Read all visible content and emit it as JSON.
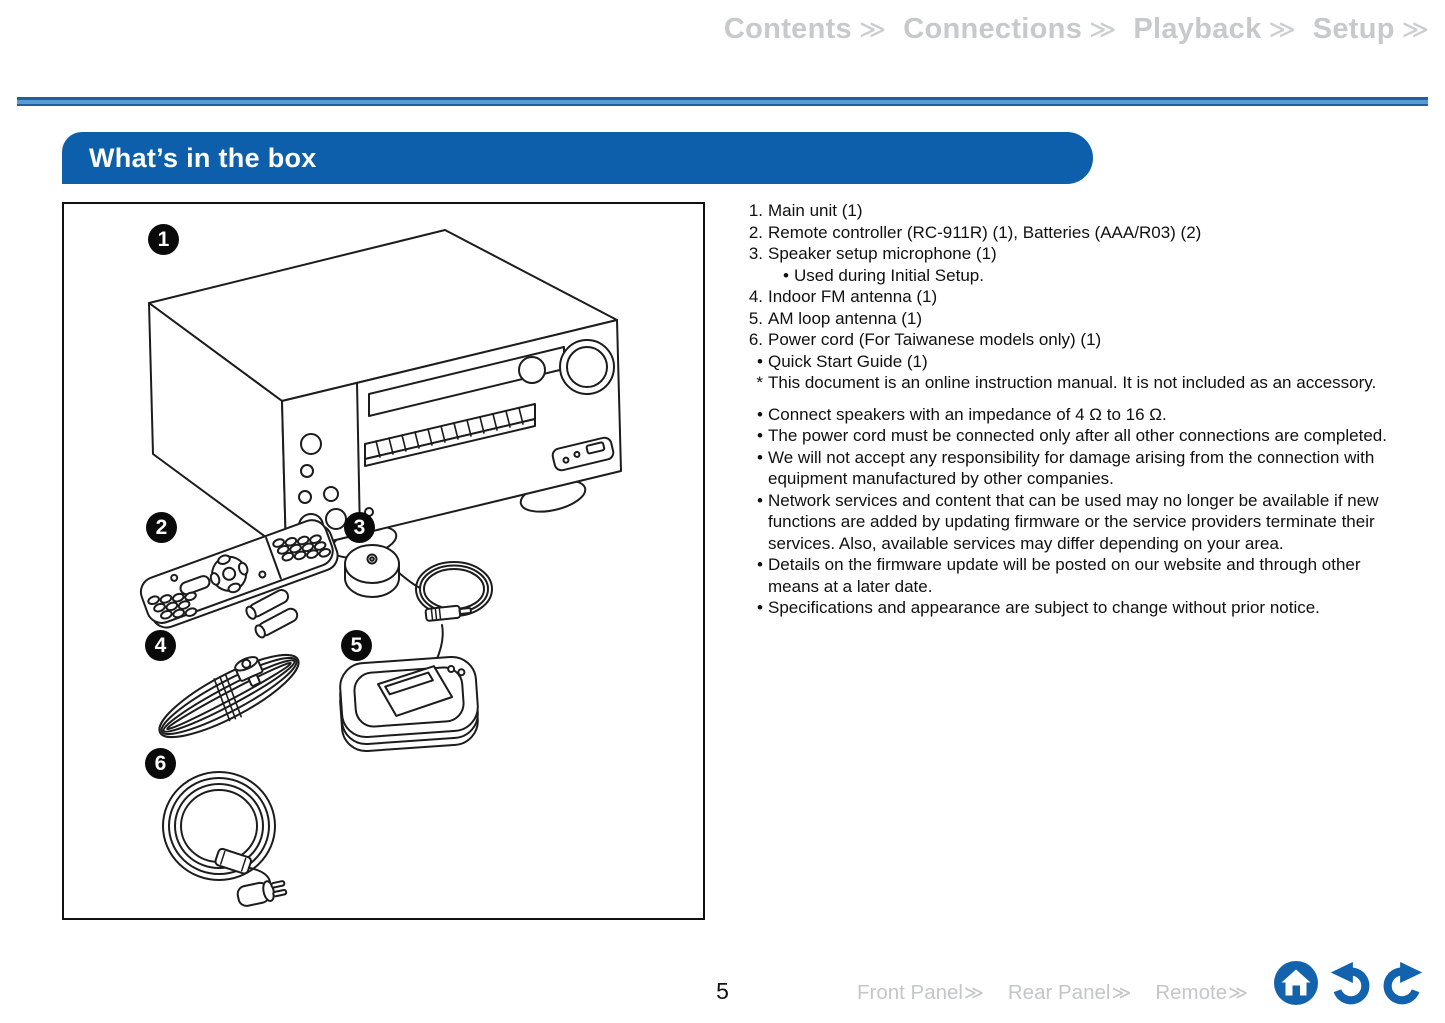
{
  "nav": {
    "chevron": "≫",
    "items": [
      {
        "label": "Contents"
      },
      {
        "label": "Connections"
      },
      {
        "label": "Playback"
      },
      {
        "label": "Setup"
      }
    ]
  },
  "section": {
    "title": "What’s in the box"
  },
  "figure": {
    "badges": [
      "1",
      "2",
      "3",
      "4",
      "5",
      "6"
    ]
  },
  "list": {
    "bullet": "•",
    "items": [
      {
        "marker": "1.",
        "text": "Main unit (1)"
      },
      {
        "marker": "2.",
        "text": "Remote controller (RC-911R) (1), Batteries (AAA/R03) (2)"
      },
      {
        "marker": "3.",
        "text": "Speaker setup microphone (1)"
      },
      {
        "marker": "•",
        "text": "Used during Initial Setup."
      },
      {
        "marker": "4.",
        "text": "Indoor FM antenna (1)"
      },
      {
        "marker": "5.",
        "text": "AM loop antenna (1)"
      },
      {
        "marker": "6.",
        "text": "Power cord (For Taiwanese models only) (1)"
      },
      {
        "marker": "•",
        "text": "Quick Start Guide (1)"
      },
      {
        "marker": "*",
        "text": "This document is an online instruction manual. It is not included as an accessory."
      }
    ],
    "notes": [
      {
        "text": "Connect speakers with an impedance of 4 Ω to 16 Ω."
      },
      {
        "text": "The power cord must be connected only after all other connections are completed."
      },
      {
        "text": "We will not accept any responsibility for damage arising from the connection with equipment manufactured by other companies."
      },
      {
        "text": "Network services and content that can be used may no longer be available if new functions are added by updating firmware or the service providers terminate their services. Also, available services may differ depending on your area."
      },
      {
        "text": "Details on the firmware update will be posted on our website and through other means at a later date."
      },
      {
        "text": "Specifications and appearance are subject to change without prior notice."
      }
    ]
  },
  "footer": {
    "page_number": "5",
    "chevron": "≫",
    "links": [
      {
        "label": "Front Panel"
      },
      {
        "label": "Rear Panel"
      },
      {
        "label": "Remote"
      }
    ],
    "icons": [
      "home-icon",
      "undo-icon",
      "redo-icon"
    ]
  },
  "colors": {
    "accent_blue": "#0e5fab",
    "rule_blue_dark": "#215fa5",
    "rule_blue_light": "#5b9bd5",
    "icon_blue": "#1262ad",
    "nav_gray": "#c8c9ca",
    "footer_link_gray": "#c5c6c7",
    "badge_black": "#0a0a0a"
  }
}
